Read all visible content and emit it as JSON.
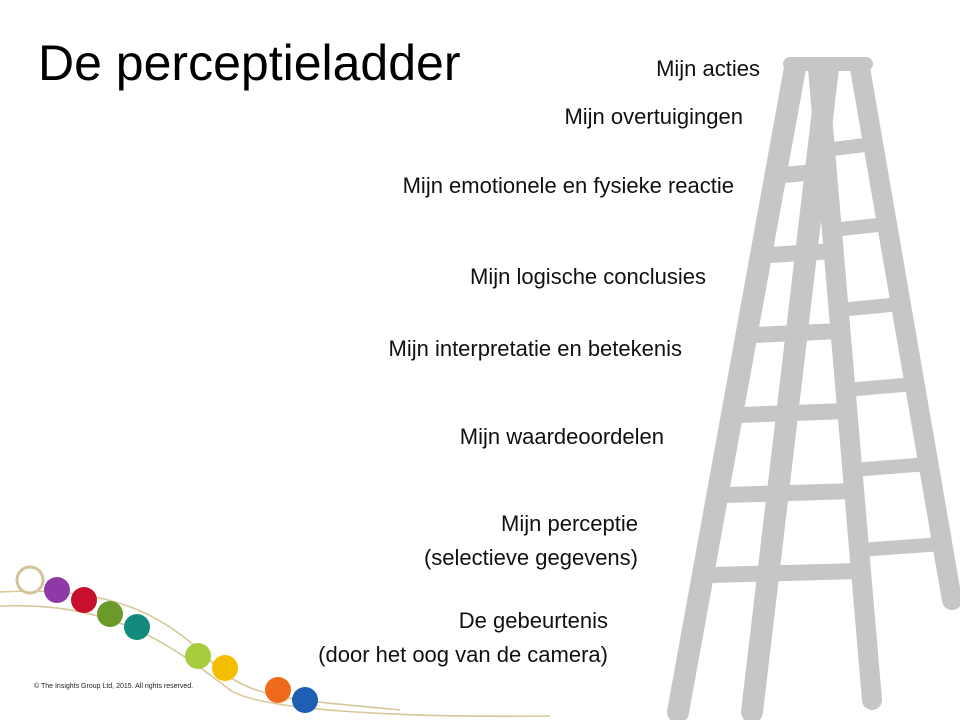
{
  "title": "De perceptieladder",
  "rungs": [
    {
      "text": "Mijn acties"
    },
    {
      "text": "Mijn overtuigingen"
    },
    {
      "text": "Mijn emotionele en fysieke reactie"
    },
    {
      "text": "Mijn logische conclusies"
    },
    {
      "text": "Mijn interpretatie en betekenis"
    },
    {
      "text": "Mijn waardeoordelen"
    },
    {
      "text": "Mijn perceptie",
      "text2": "(selectieve gegevens)"
    },
    {
      "text": "De gebeurtenis",
      "text2": "(door het oog van de camera)"
    }
  ],
  "copyright": "© The Insights Group Ltd, 2015. All rights reserved.",
  "colors": {
    "ladder": "#c6c6c6",
    "curve": "#d8c79a",
    "dots": [
      "#d2c49a",
      "#8e3aa6",
      "#c8102e",
      "#6a9a2a",
      "#138a7e",
      "#a7cc3c",
      "#f6be00",
      "#f06a1d",
      "#1e5fb4"
    ]
  },
  "icons": {
    "ladder": "ladder-icon",
    "logo": "insights-color-dots-icon"
  }
}
